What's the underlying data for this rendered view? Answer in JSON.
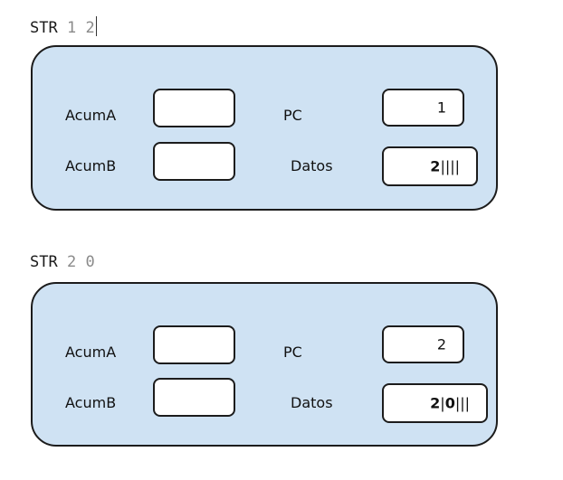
{
  "steps": [
    {
      "command": "STR",
      "args": "1 2",
      "labels": {
        "acuma": "AcumA",
        "acumb": "AcumB",
        "pc": "PC",
        "datos": "Datos"
      },
      "values": {
        "acuma": "",
        "acumb": "",
        "pc": "1"
      },
      "datos_cells": [
        "2",
        "",
        "",
        "",
        ""
      ]
    },
    {
      "command": "STR",
      "args": "2 0",
      "labels": {
        "acuma": "AcumA",
        "acumb": "AcumB",
        "pc": "PC",
        "datos": "Datos"
      },
      "values": {
        "acuma": "",
        "acumb": "",
        "pc": "2"
      },
      "datos_cells": [
        "2",
        "0",
        "",
        "",
        ""
      ]
    }
  ],
  "colors": {
    "panel_fill": "#cfe2f3",
    "border": "#1c1c1c",
    "args_text": "#8a8a8a"
  }
}
